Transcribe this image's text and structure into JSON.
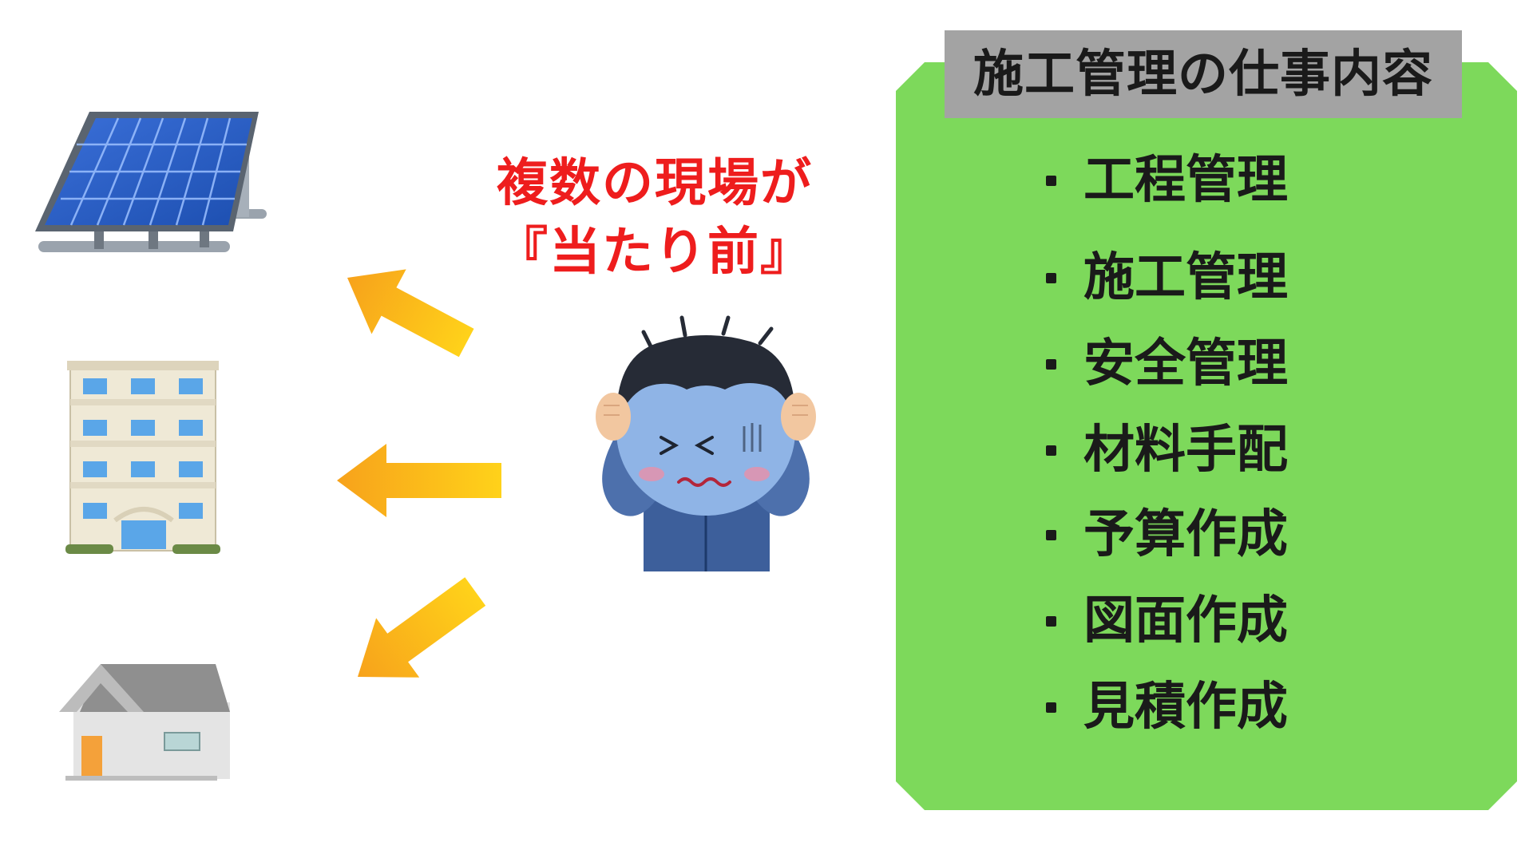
{
  "caption": {
    "line1": "複数の現場が",
    "line2": "『当たり前』"
  },
  "panel": {
    "title": "施工管理の仕事内容",
    "items": [
      "工程管理",
      "施工管理",
      "安全管理",
      "材料手配",
      "予算作成",
      "図面作成",
      "見積作成"
    ]
  },
  "illustrations": {
    "sites": [
      "solar-panel-icon",
      "apartment-building-icon",
      "house-icon"
    ],
    "worker": "troubled-worker-icon",
    "arrows": [
      "arrow-up-left-icon",
      "arrow-left-icon",
      "arrow-down-left-icon"
    ]
  },
  "colors": {
    "caption": "#ee1d1d",
    "panel": "#7dd95b",
    "title_bar": "#a3a3a3",
    "arrow": "#fdb813",
    "text": "#1a1a1a"
  }
}
